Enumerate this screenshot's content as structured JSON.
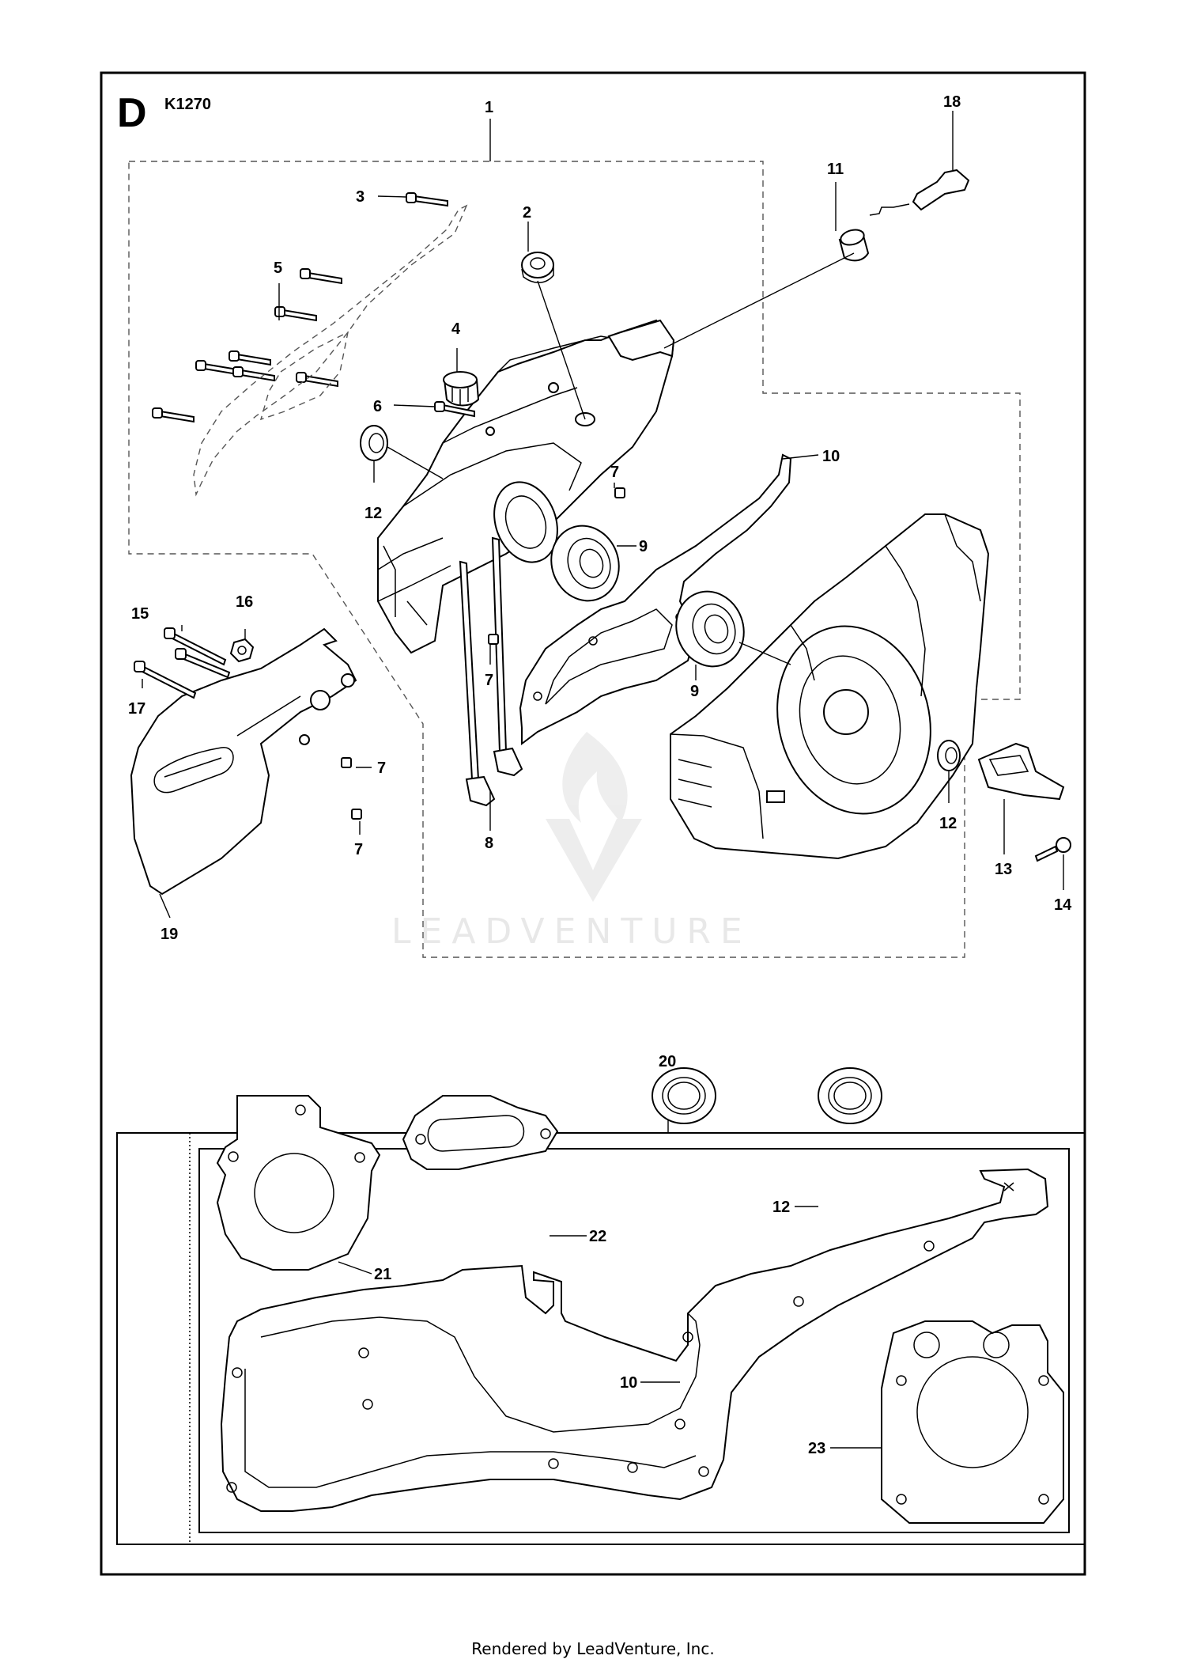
{
  "diagram": {
    "section_letter": "D",
    "section_code": "K1270",
    "watermark_text": "LEADVENTURE",
    "callouts": {
      "c1": "1",
      "c2": "2",
      "c3": "3",
      "c4": "4",
      "c5": "5",
      "c6": "6",
      "c7a": "7",
      "c7b": "7",
      "c7c": "7",
      "c7d": "7",
      "c8": "8",
      "c9a": "9",
      "c9b": "9",
      "c10a": "10",
      "c10b": "10",
      "c11": "11",
      "c12a": "12",
      "c12b": "12",
      "c12c": "12",
      "c13": "13",
      "c14": "14",
      "c15": "15",
      "c16": "16",
      "c17": "17",
      "c18": "18",
      "c19": "19",
      "c20": "20",
      "c21": "21",
      "c22": "22",
      "c23": "23"
    }
  },
  "footer": {
    "rendered_by": "Rendered by LeadVenture, Inc."
  }
}
